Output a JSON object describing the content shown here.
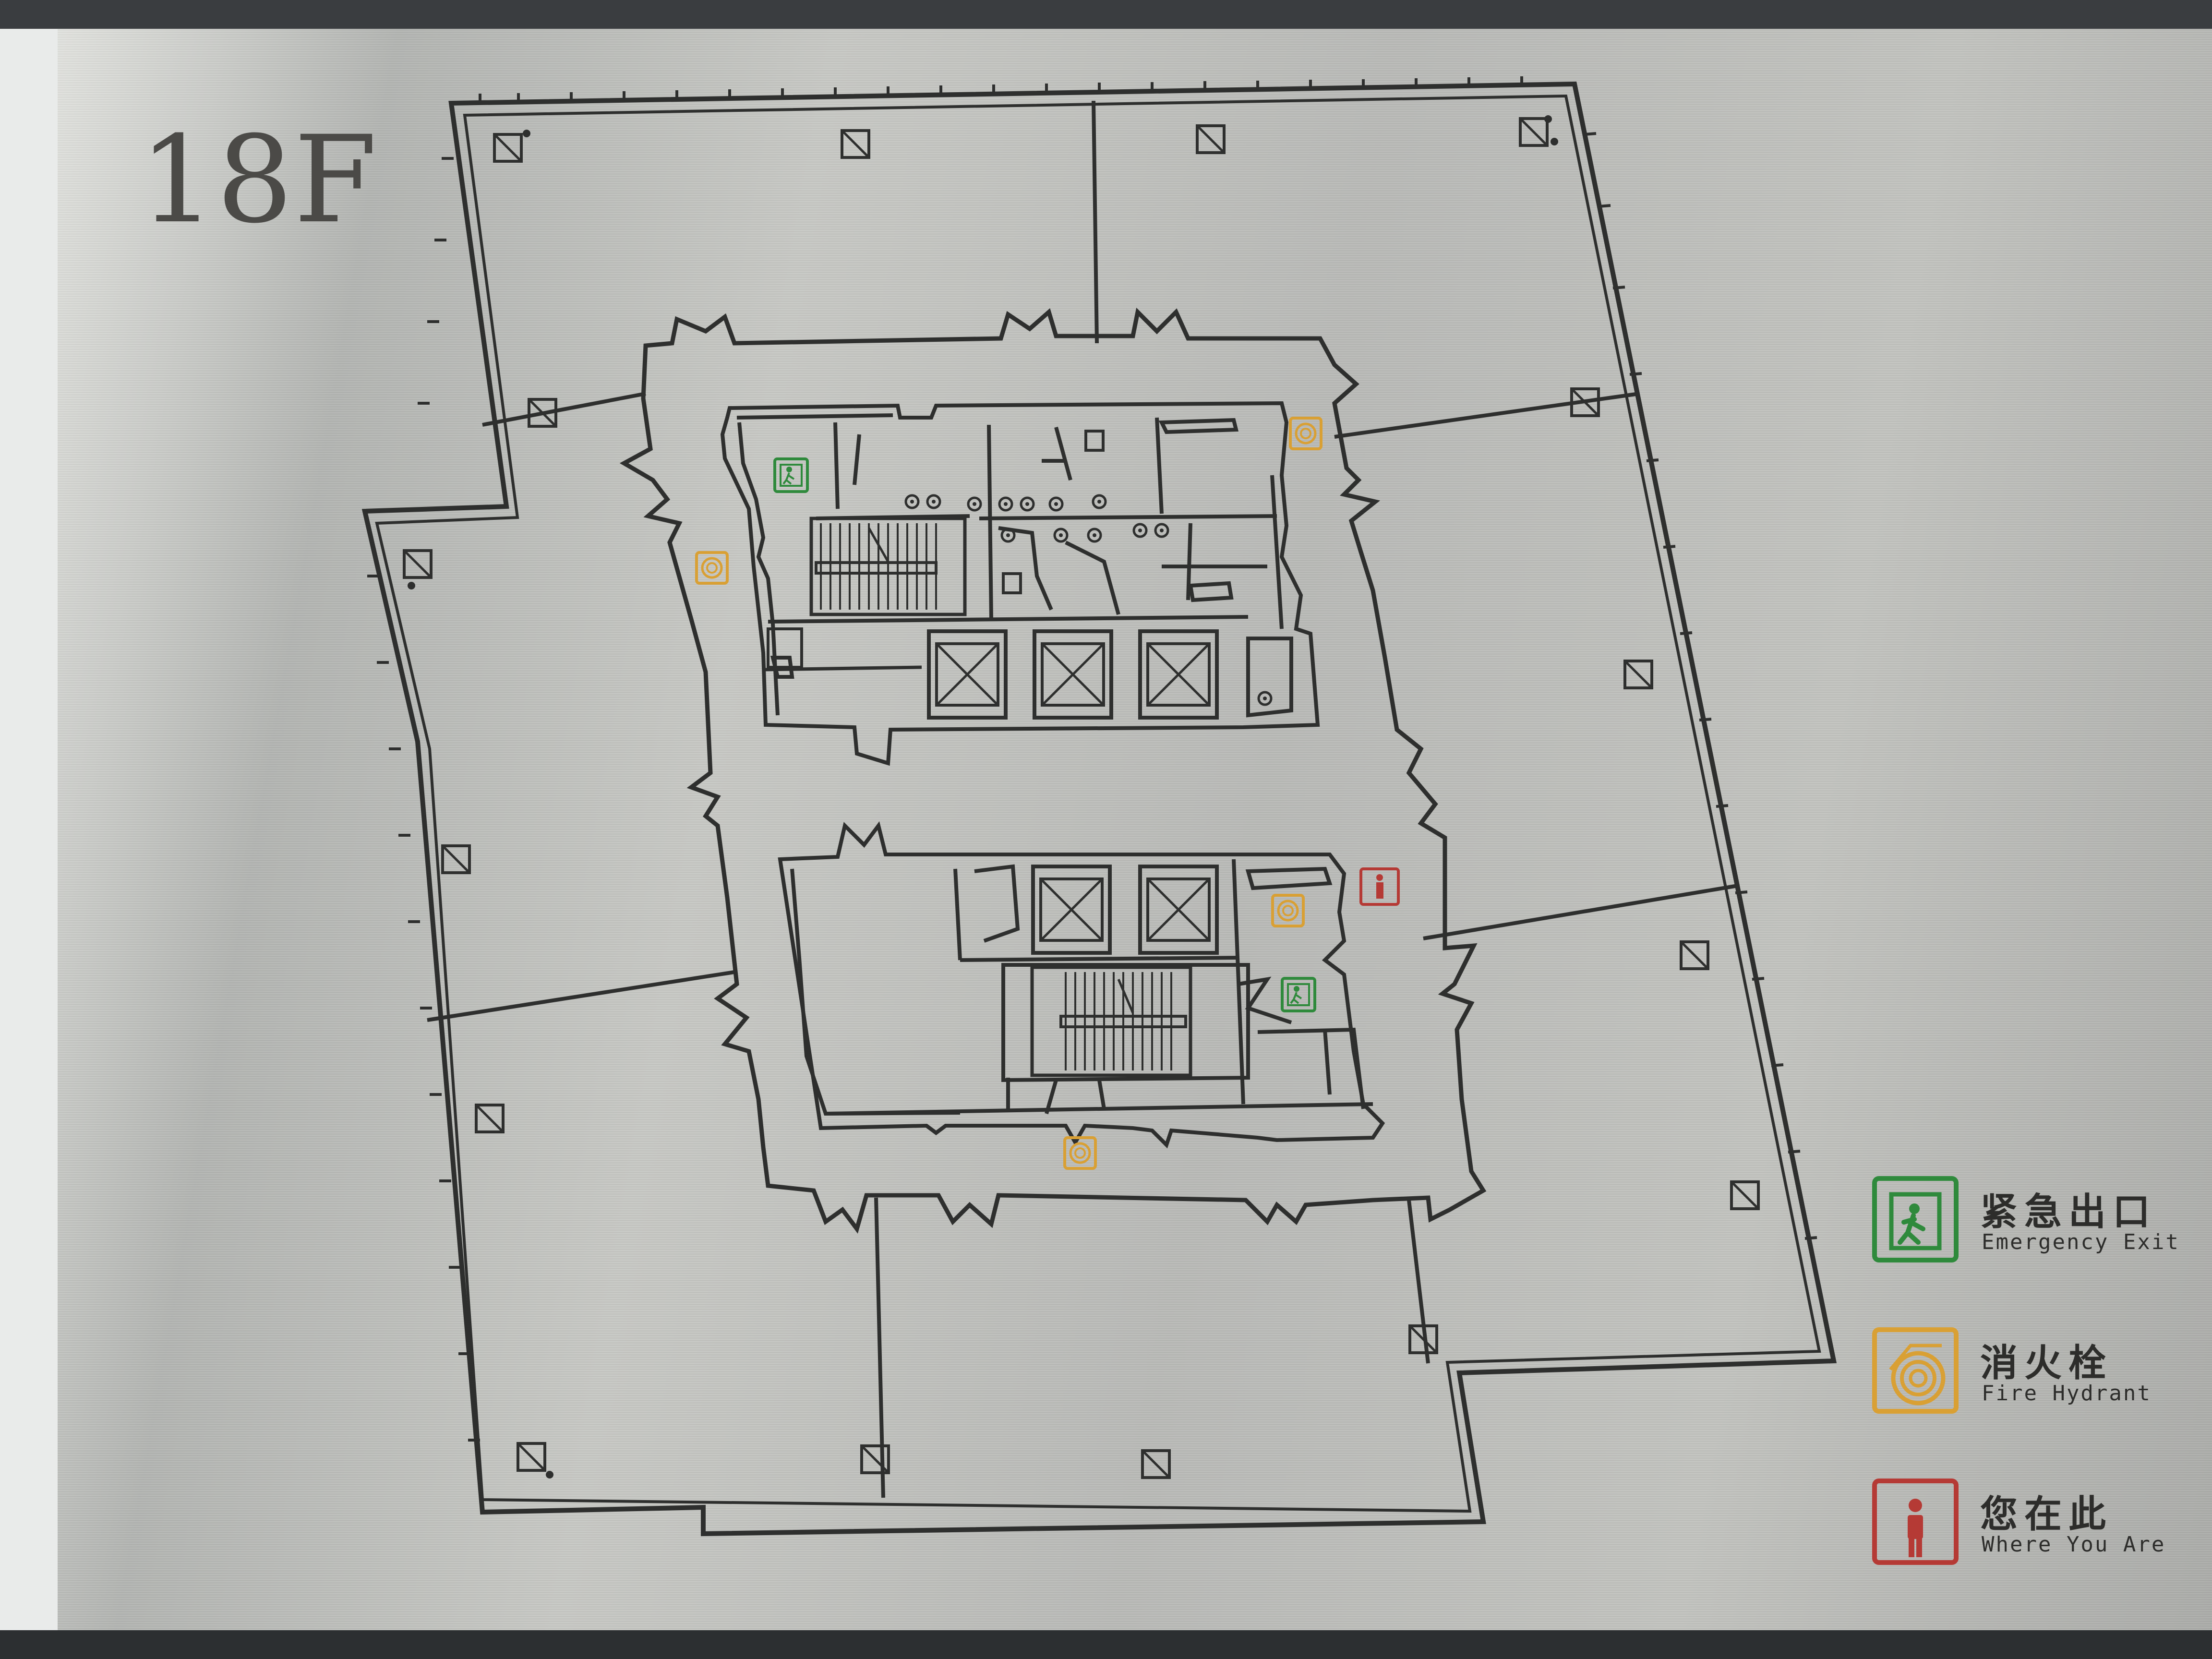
{
  "floor": {
    "label": "18F"
  },
  "legend": {
    "items": [
      {
        "icon": "emergency-exit-icon",
        "color": "#2f8a3c",
        "label_zh": "紧急出口",
        "label_en": "Emergency Exit"
      },
      {
        "icon": "fire-hydrant-icon",
        "color": "#d9a034",
        "label_zh": "消火栓",
        "label_en": "Fire Hydrant"
      },
      {
        "icon": "you-are-here-icon",
        "color": "#b53a35",
        "label_zh": "您在此",
        "label_en": "Where You Are"
      }
    ]
  },
  "colors": {
    "plate": "#c4c5c1",
    "line": "#2e2f2e",
    "exit": "#2f8a3c",
    "hydrant": "#d9a034",
    "you_are_here": "#b53a35"
  }
}
